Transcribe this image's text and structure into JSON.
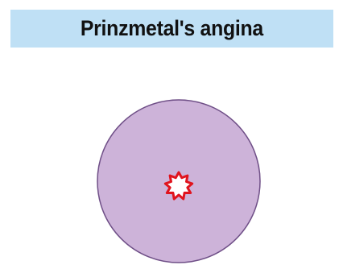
{
  "title": "Prinzmetal's angina",
  "colors": {
    "banner_background": "#bfe0f5",
    "vessel_wall": "#cdb3d9",
    "vessel_outline": "#6f4f87",
    "constricted_lumen_outline": "#e0141e",
    "constricted_lumen_fill": "#ffffff"
  },
  "diagram": {
    "vessel_cross_section": "circle",
    "lumen_shape": "constricted-star",
    "lumen_points": 9
  }
}
